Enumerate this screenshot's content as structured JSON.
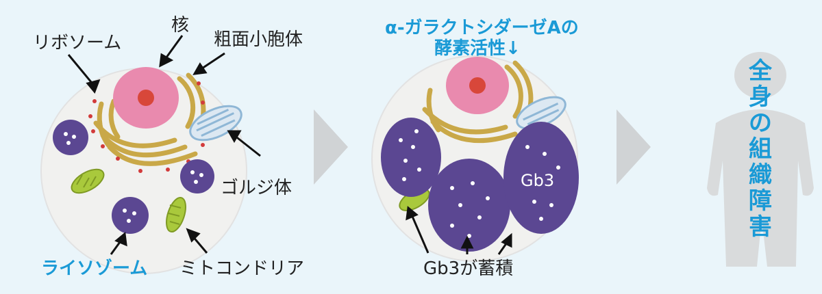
{
  "labels": {
    "ribosome": "リボソーム",
    "nucleus": "核",
    "rough_er": "粗面小胞体",
    "golgi": "ゴルジ体",
    "lysosome": "ライソゾーム",
    "mitochondria": "ミトコンドリア",
    "enzyme_line1": "α-ガラクトシダーゼAの",
    "enzyme_line2": "酵素活性↓",
    "gb3": "Gb3",
    "gb3_accumulation": "Gb3が蓄積",
    "systemic": [
      "全",
      "身",
      "の",
      "組",
      "織",
      "障",
      "害"
    ]
  },
  "colors": {
    "background": "#eaf5fa",
    "accent_blue": "#1a9ad6",
    "cell_fill": "#f1f1ef",
    "nucleus_pink": "#e98aae",
    "nucleolus_red": "#d8473a",
    "er_gold": "#c9a848",
    "golgi_blue": "#8fb7d6",
    "lysosome_purple": "#5b4792",
    "mito_green": "#a9c93c",
    "arrow_gray": "#d0d3d5",
    "body_gray": "#d9dbdc"
  }
}
